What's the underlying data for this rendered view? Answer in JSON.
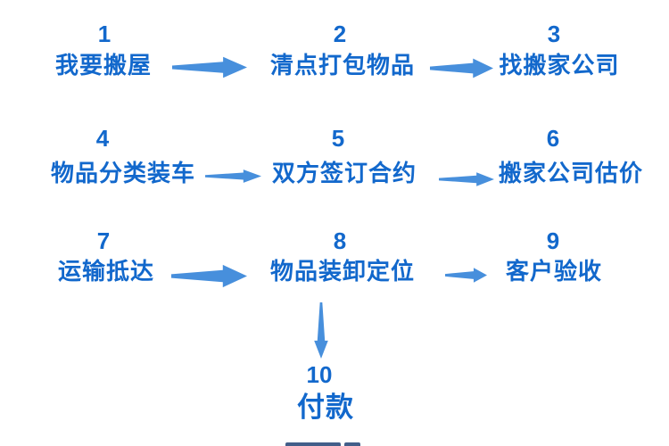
{
  "canvas": {
    "background": "#ffffff"
  },
  "colors": {
    "step_number": "#1268cc",
    "step_label": "#1268cc",
    "arrow": "#478fdc",
    "bottom_fragment": "#2d4d7c"
  },
  "flow": {
    "type": "flowchart",
    "steps": [
      {
        "number": "1",
        "label": "我要搬屋"
      },
      {
        "number": "2",
        "label": "清点打包物品"
      },
      {
        "number": "3",
        "label": "找搬家公司"
      },
      {
        "number": "4",
        "label": "物品分类装车"
      },
      {
        "number": "5",
        "label": "双方签订合约"
      },
      {
        "number": "6",
        "label": "搬家公司估价"
      },
      {
        "number": "7",
        "label": "运输抵达"
      },
      {
        "number": "8",
        "label": "物品装卸定位"
      },
      {
        "number": "9",
        "label": "客户验收"
      },
      {
        "number": "10",
        "label": "付款"
      }
    ],
    "connections": [
      {
        "from": "1",
        "to": "2",
        "direction": "right"
      },
      {
        "from": "2",
        "to": "3",
        "direction": "right"
      },
      {
        "from": "4",
        "to": "5",
        "direction": "right"
      },
      {
        "from": "5",
        "to": "6",
        "direction": "right"
      },
      {
        "from": "7",
        "to": "8",
        "direction": "right"
      },
      {
        "from": "8",
        "to": "9",
        "direction": "right"
      },
      {
        "from": "8",
        "to": "10",
        "direction": "down"
      }
    ]
  }
}
